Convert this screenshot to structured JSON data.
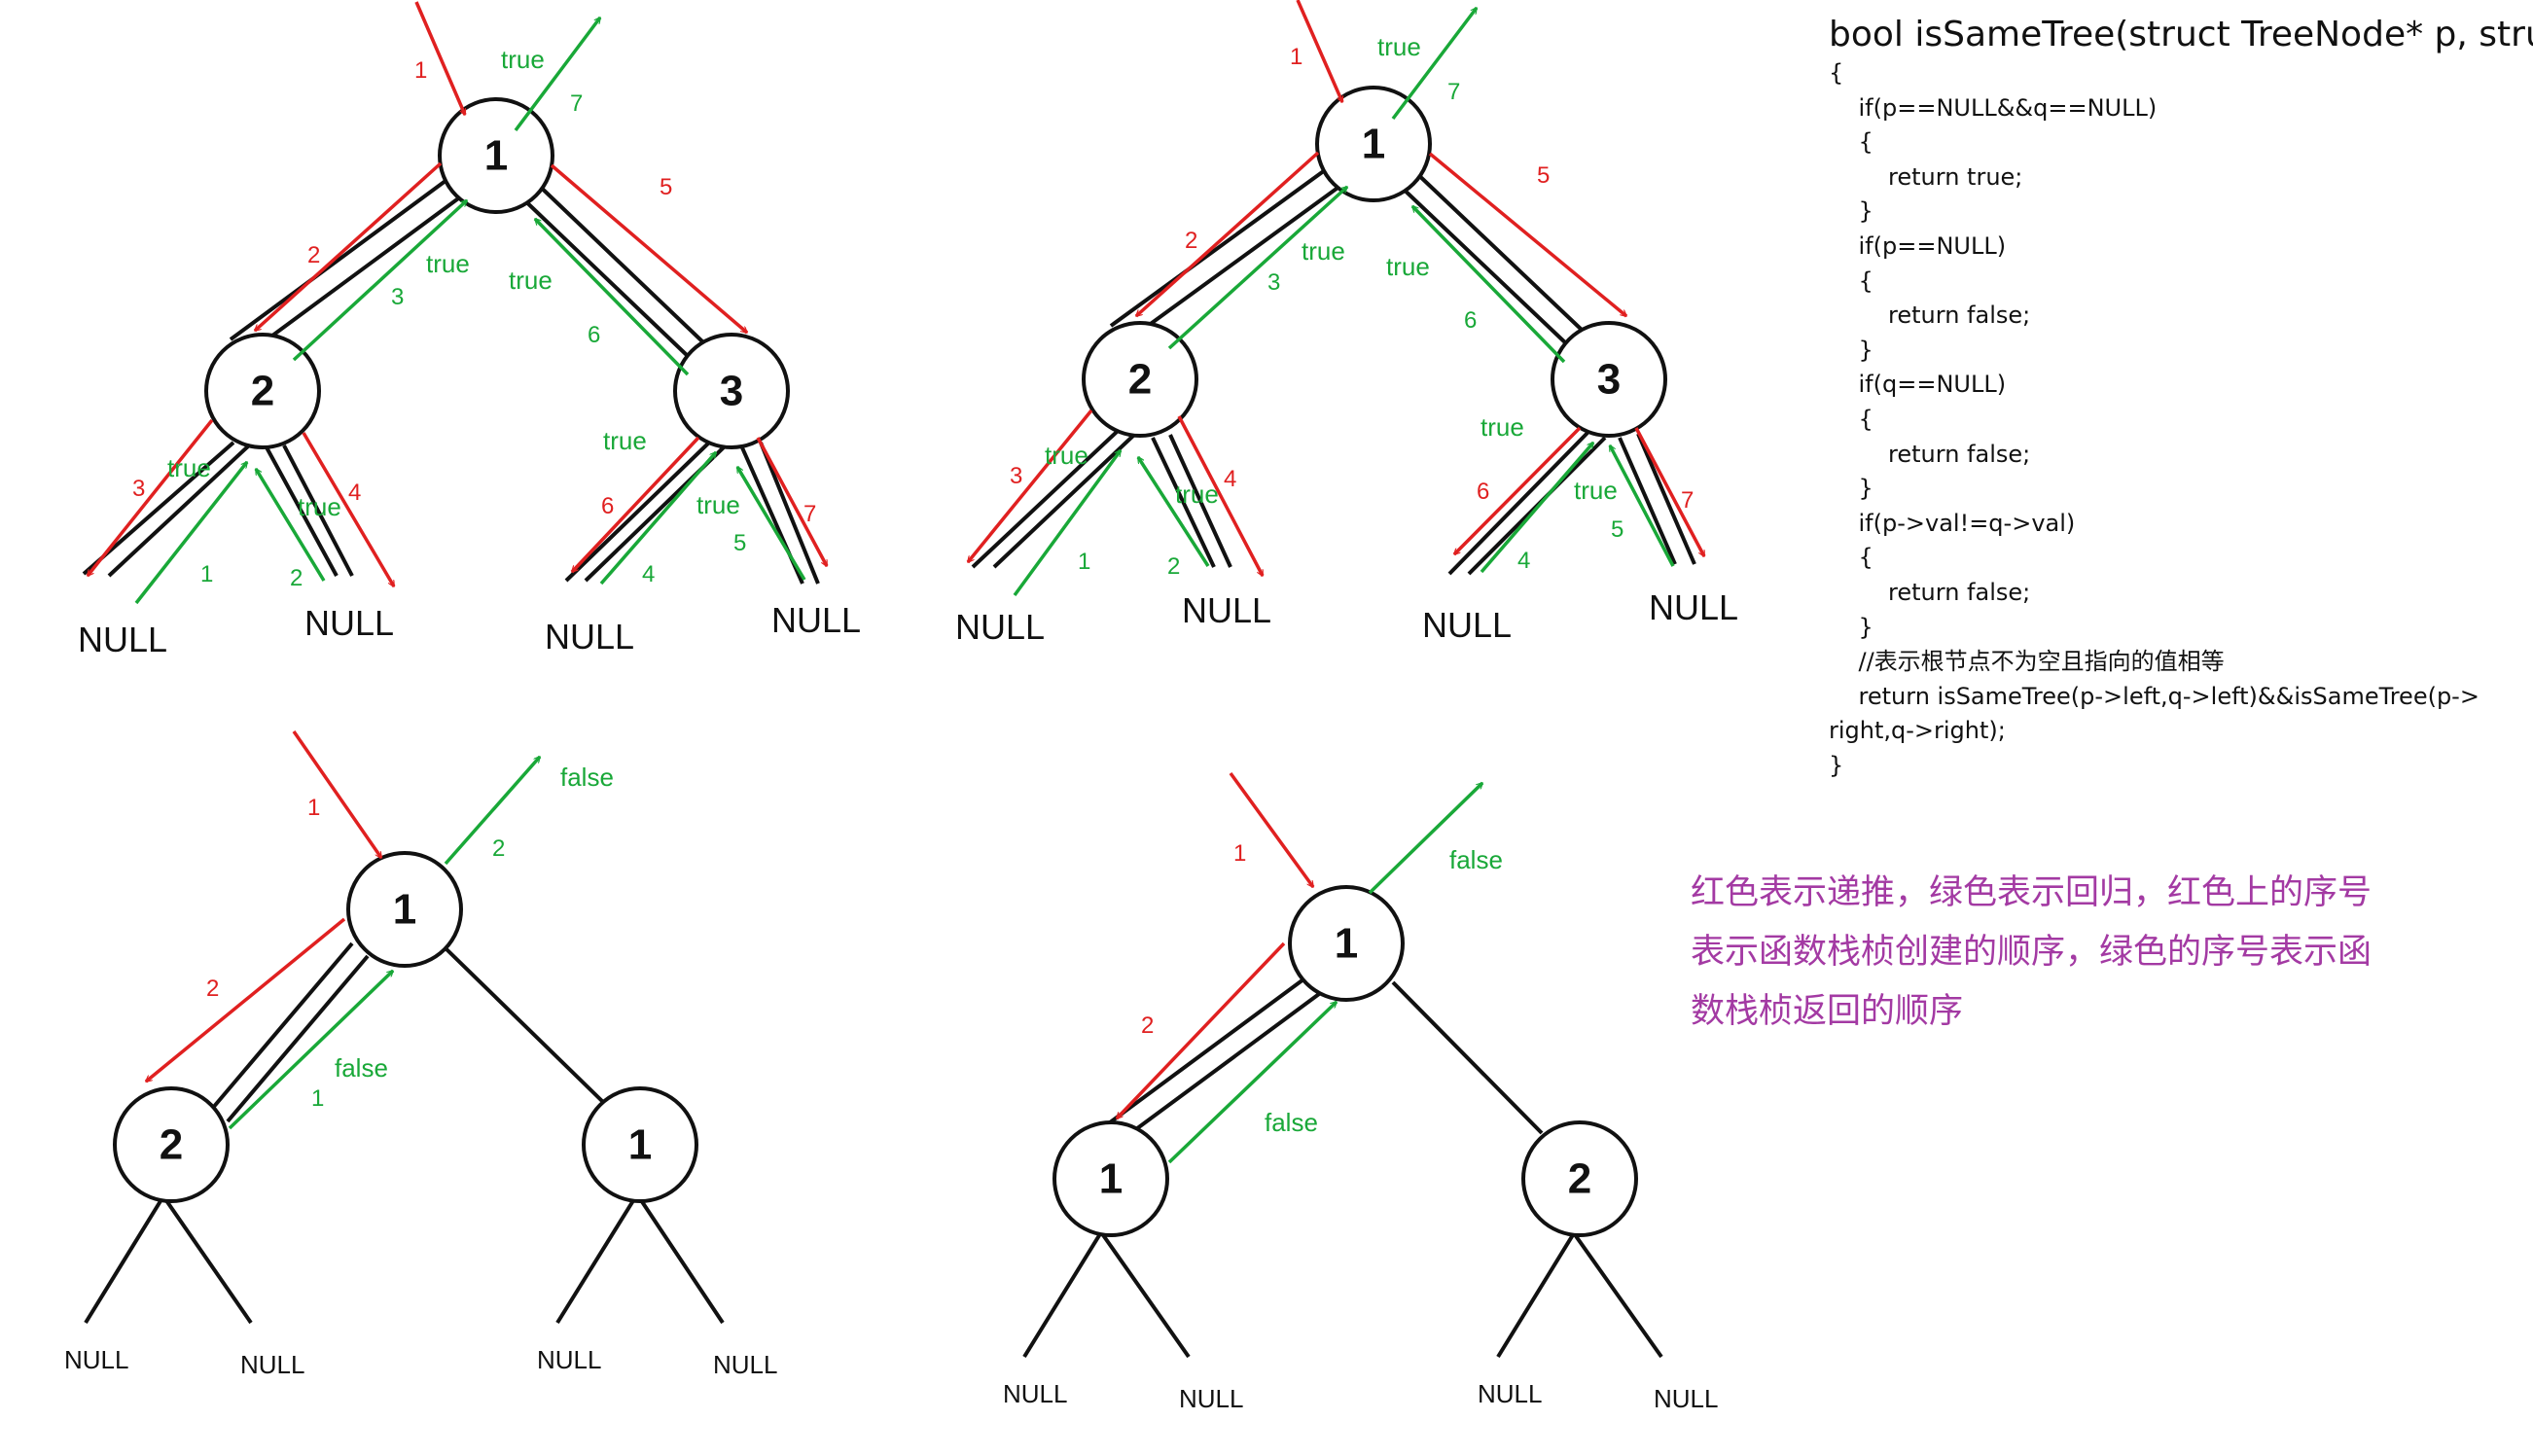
{
  "colors": {
    "recurse": "#e02020",
    "return": "#19a838",
    "note": "#a33aa3",
    "line": "#111111"
  },
  "code": {
    "lines": [
      "bool isSameTree(struct TreeNode* p, struct TreeNode* q)",
      "{",
      "    if(p==NULL&&q==NULL)",
      "    {",
      "        return true;",
      "    }",
      "    if(p==NULL)",
      "    {",
      "        return false;",
      "    }",
      "    if(q==NULL)",
      "    {",
      "        return false;",
      "    }",
      "    if(p->val!=q->val)",
      "    {",
      "        return false;",
      "    }",
      "    //表示根节点不为空且指向的值相等",
      "    return isSameTree(p->left,q->left)&&isSameTree(p->",
      "right,q->right);",
      "}"
    ]
  },
  "note": {
    "lines": [
      "红色表示递推，绿色表示回归，红色上的序号",
      "表示函数栈桢创建的顺序，绿色的序号表示函",
      "数栈桢返回的顺序"
    ]
  },
  "labels": {
    "null": "NULL",
    "true": "true",
    "false": "false"
  },
  "trees": [
    {
      "id": "top-left",
      "root": "1",
      "left": "2",
      "right": "3",
      "red_steps": [
        "1",
        "2",
        "3",
        "4",
        "5",
        "6",
        "7"
      ],
      "green_steps": [
        "1",
        "2",
        "3",
        "4",
        "5",
        "6",
        "7"
      ]
    },
    {
      "id": "top-right",
      "root": "1",
      "left": "2",
      "right": "3",
      "red_steps": [
        "1",
        "2",
        "3",
        "4",
        "5",
        "6",
        "7"
      ],
      "green_steps": [
        "1",
        "2",
        "3",
        "4",
        "5",
        "6",
        "7"
      ]
    },
    {
      "id": "bottom-left",
      "root": "1",
      "left": "2",
      "right": "1",
      "red_steps": [
        "1",
        "2"
      ],
      "green_steps": [
        "1",
        "2"
      ]
    },
    {
      "id": "bottom-right",
      "root": "1",
      "left": "1",
      "right": "2",
      "red_steps": [
        "1",
        "2"
      ]
    }
  ]
}
